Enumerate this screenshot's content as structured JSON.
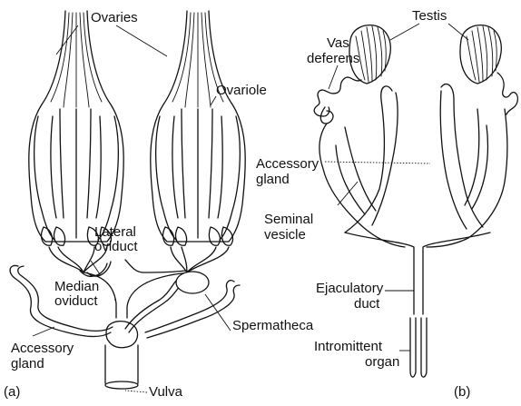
{
  "female": {
    "panel_label": "(a)",
    "labels": {
      "ovaries": "Ovaries",
      "ovariole": "Ovariole",
      "lateral_oviduct_1": "Lateral",
      "lateral_oviduct_2": "oviduct",
      "median_oviduct_1": "Median",
      "median_oviduct_2": "oviduct",
      "spermatheca": "Spermatheca",
      "accessory_gland_1": "Accessory",
      "accessory_gland_2": "gland",
      "vulva": "Vulva"
    }
  },
  "male": {
    "panel_label": "(b)",
    "labels": {
      "testis": "Testis",
      "vas_deferens_1": "Vas",
      "vas_deferens_2": "deferens",
      "accessory_gland_1": "Accessory",
      "accessory_gland_2": "gland",
      "seminal_vesicle_1": "Seminal",
      "seminal_vesicle_2": "vesicle",
      "ejaculatory_duct_1": "Ejaculatory",
      "ejaculatory_duct_2": "duct",
      "intromittent_organ_1": "Intromittent",
      "intromittent_organ_2": "organ"
    }
  }
}
